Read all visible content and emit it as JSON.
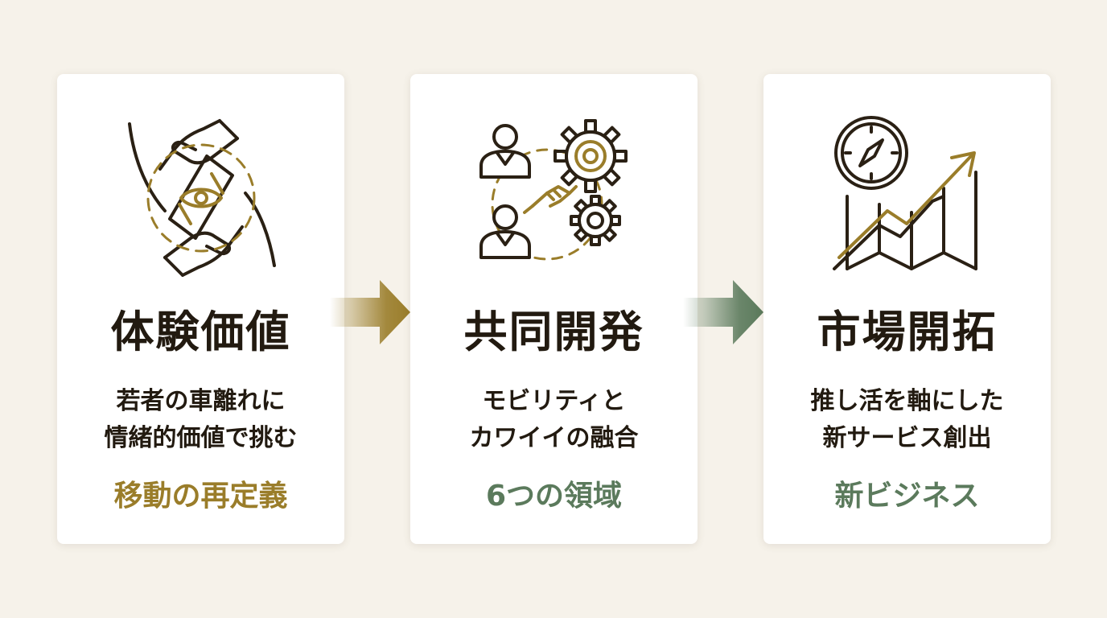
{
  "colors": {
    "background": "#f6f2ea",
    "gold": "#9a7d2a",
    "green": "#5b7a5c",
    "ink": "#2a2014"
  },
  "cards": [
    {
      "icon": "hands-eye-icon",
      "title": "体験価値",
      "desc_lines": [
        "若者の車離れに",
        "情緒的価値で挑む"
      ],
      "tagline": "移動の再定義",
      "tagline_color": "#9a7d2a"
    },
    {
      "icon": "collaboration-gears-icon",
      "title": "共同開発",
      "desc_lines": [
        "モビリティと",
        "カワイイの融合"
      ],
      "tagline": "6つの領域",
      "tagline_color": "#5b7a5c"
    },
    {
      "icon": "compass-growth-chart-icon",
      "title": "市場開拓",
      "desc_lines": [
        "推し活を軸にした",
        "新サービス創出"
      ],
      "tagline": "新ビジネス",
      "tagline_color": "#5b7a5c"
    }
  ],
  "arrows": [
    {
      "icon": "arrow-right-icon",
      "color": "#9a7d2a"
    },
    {
      "icon": "arrow-right-icon",
      "color": "#5b7a5c"
    }
  ]
}
